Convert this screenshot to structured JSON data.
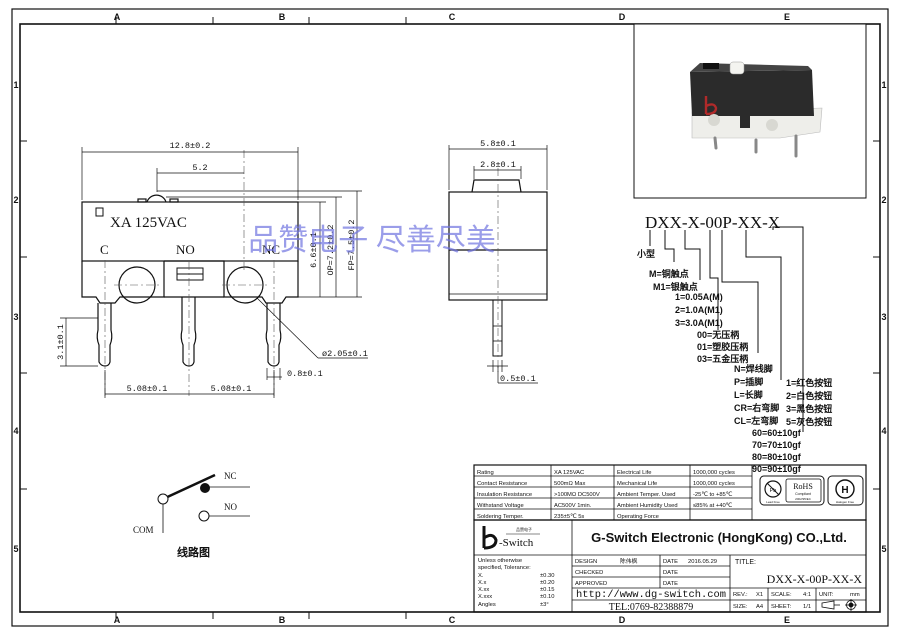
{
  "frame": {
    "columns": [
      "A",
      "B",
      "C",
      "D",
      "E"
    ],
    "rows": [
      "1",
      "2",
      "3",
      "4",
      "5"
    ]
  },
  "watermark": "品赞电子 尽善尽美",
  "front_view": {
    "marking": "XA  125VAC",
    "terminals": [
      "C",
      "NO",
      "NC"
    ],
    "dims": {
      "overall_length": "12.8±0.2",
      "actuator_offset": "5.2",
      "height_body": "6.6±0.1",
      "operating_position": "OP=7.2±0.2",
      "free_position": "FP=7.5±0.2",
      "pin_length": "3.1±0.1",
      "hole_dia": "ø2.05±0.1",
      "pin_width": "0.8±0.1",
      "pitch_left": "5.08±0.1",
      "pitch_right": "5.08±0.1"
    }
  },
  "side_view": {
    "dims": {
      "width": "5.8±0.1",
      "actuator_width": "2.8±0.1",
      "pin_thickness": "0.5±0.1"
    }
  },
  "part_code": {
    "code": "DXX-X-00P-XX-X",
    "groups": [
      {
        "name": "size",
        "items": [
          "小型"
        ]
      },
      {
        "name": "contact",
        "items": [
          "M=铜触点",
          "M1=银触点"
        ]
      },
      {
        "name": "current",
        "items": [
          "1=0.05A(M)",
          "2=1.0A(M1)",
          "3=3.0A(M1)"
        ]
      },
      {
        "name": "lever",
        "items": [
          "00=无压柄",
          "01=塑胶压柄",
          "03=五金压柄"
        ]
      },
      {
        "name": "terminal",
        "items": [
          "N=焊线脚",
          "P=插脚",
          "L=长脚",
          "CR=右弯脚",
          "CL=左弯脚"
        ]
      },
      {
        "name": "force",
        "items": [
          "60=60±10gf",
          "70=70±10gf",
          "80=80±10gf",
          "90=90±10gf"
        ]
      },
      {
        "name": "button_color",
        "items": [
          "1=红色按钮",
          "2=白色按钮",
          "3=黑色按钮",
          "5=灰色按钮"
        ]
      }
    ]
  },
  "circuit": {
    "title": "线路图",
    "labels": {
      "com": "COM",
      "nc": "NC",
      "no": "NO"
    }
  },
  "spec_table": {
    "rows": [
      [
        "Rating",
        "XA  125VAC",
        "Electrical Life",
        "1000,000 cycles"
      ],
      [
        "Contact Resistance",
        "500mΩ  Max",
        "Mechanical Life",
        "1000,000 cycles"
      ],
      [
        "Insulation Resistance",
        ">100MΩ DC500V",
        "Ambient Temper. Used",
        "-25℃ to +85℃"
      ],
      [
        "Withstand Voltage",
        "AC500V  1min.",
        "Ambient Humidity Used",
        "≤85% at +40℃"
      ],
      [
        "Soldering Temper.",
        "235±5℃ 5s",
        "Operating Force",
        ""
      ]
    ]
  },
  "certifications": {
    "pb_free": "Pb",
    "pb_caption": "Lead Free",
    "rohs": "RoHS",
    "rohs_caption": "Compliant",
    "rohs_sub": "2002/95/EC",
    "halogen": "H",
    "halogen_caption": "Halogen Free"
  },
  "title_block": {
    "logo_text": "-Switch",
    "logo_small": "品赞电子",
    "company": "G-Switch Electronic (HongKong) CO.,Ltd.",
    "tolerance_title_1": "Unless  otherwise",
    "tolerance_title_2": "specified,  Tolerance:",
    "tolerances": [
      [
        "X.",
        "±0.30"
      ],
      [
        "X.x",
        "±0.20"
      ],
      [
        "X.xx",
        "±0.15"
      ],
      [
        "X.xxx",
        "±0.10"
      ],
      [
        "Angles",
        "±3°"
      ]
    ],
    "design_label": "DESIGN",
    "designer": "陈伟枫",
    "checked_label": "CHECKED",
    "approved_label": "APPROVED",
    "date_label": "DATE",
    "design_date": "2016.05.29",
    "url": "http://www.dg-switch.com",
    "tel": "TEL:0769-82388879",
    "title_label": "TITLE:",
    "title_value": "DXX-X-00P-XX-X",
    "rev_label": "REV.:",
    "rev": "X1",
    "scale_label": "SCALE:",
    "scale": "4:1",
    "unit_label": "UNIT:",
    "unit": "mm",
    "size_label": "SIZE:",
    "size": "A4",
    "sheet_label": "SHEET:",
    "sheet": "1/1"
  },
  "colors": {
    "line": "#111111",
    "watermark": "#6f74e0",
    "photo_body": "#2b2b2b",
    "photo_base": "#eeeeea",
    "logo_red": "#d22a2a"
  }
}
